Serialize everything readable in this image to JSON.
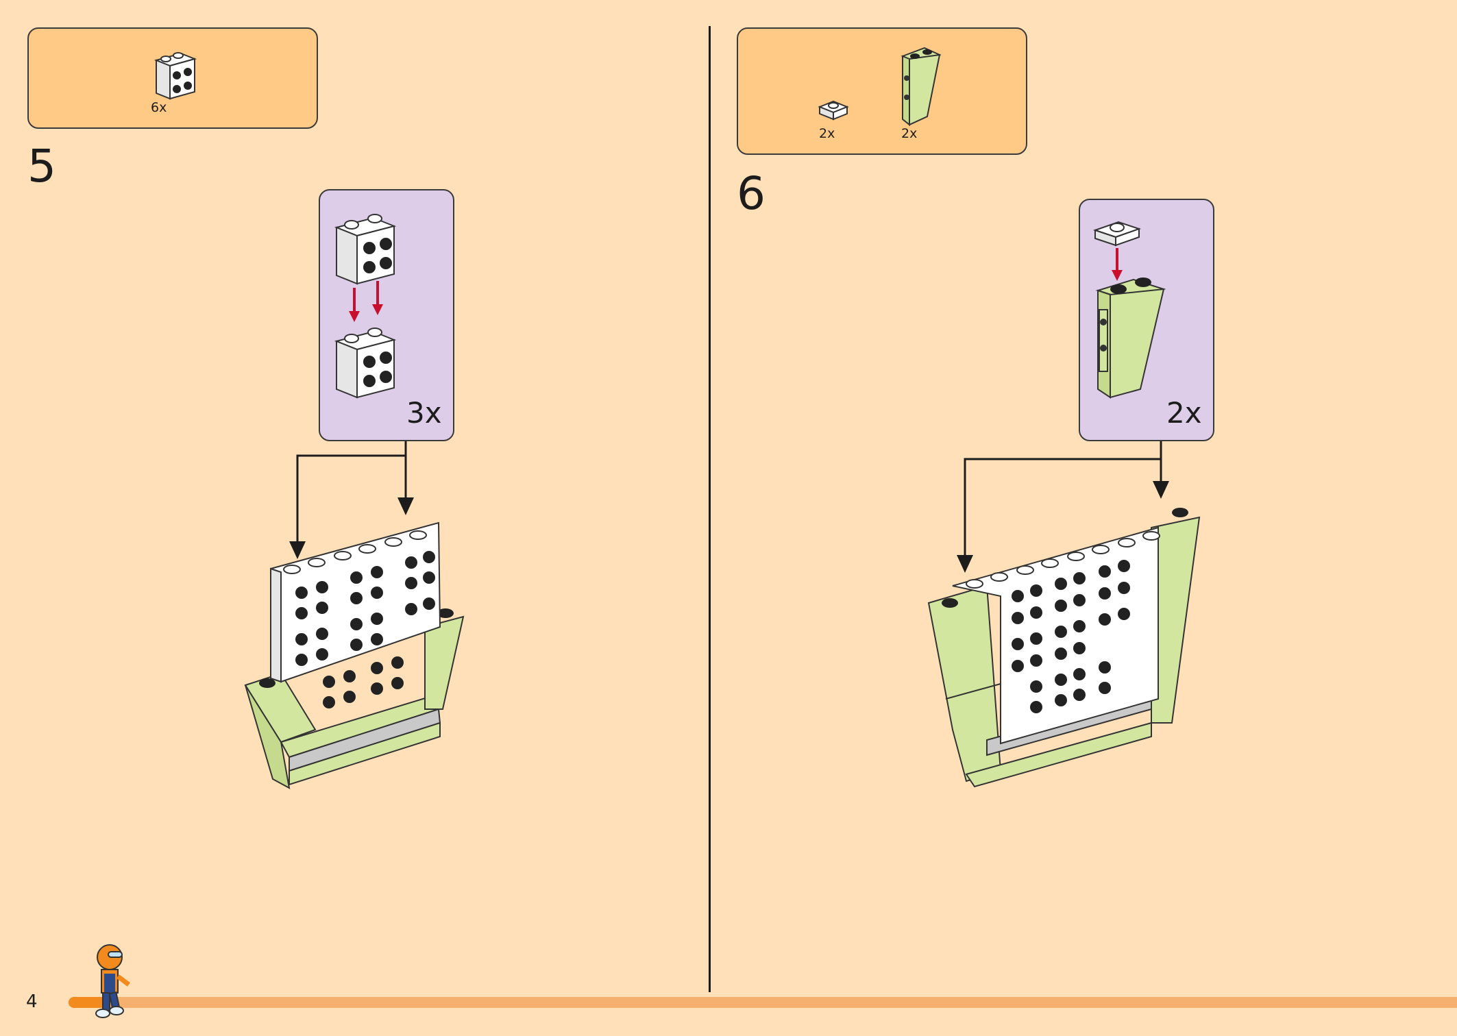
{
  "page": {
    "number": "4"
  },
  "step5": {
    "number": "5",
    "parts": [
      {
        "qty": "6x",
        "part": "white-2x2-brick-with-side-studs"
      }
    ],
    "callout_multiplier": "3x"
  },
  "step6": {
    "number": "6",
    "parts": [
      {
        "qty": "2x",
        "part": "white-1x1-plate"
      },
      {
        "qty": "2x",
        "part": "lime-slope-brick-with-side-studs"
      }
    ],
    "callout_multiplier": "2x"
  },
  "colors": {
    "background": "#FFE0B8",
    "parts_box": "#FFC986",
    "callout": "#DDCDE8",
    "lime": "#D3E6A0",
    "white_brick": "#FFFFFF",
    "arrow_red": "#C8102E",
    "progress_track": "#F5AF6E",
    "progress_fill": "#F28A1E"
  },
  "progress": {
    "fraction": 0.03
  }
}
